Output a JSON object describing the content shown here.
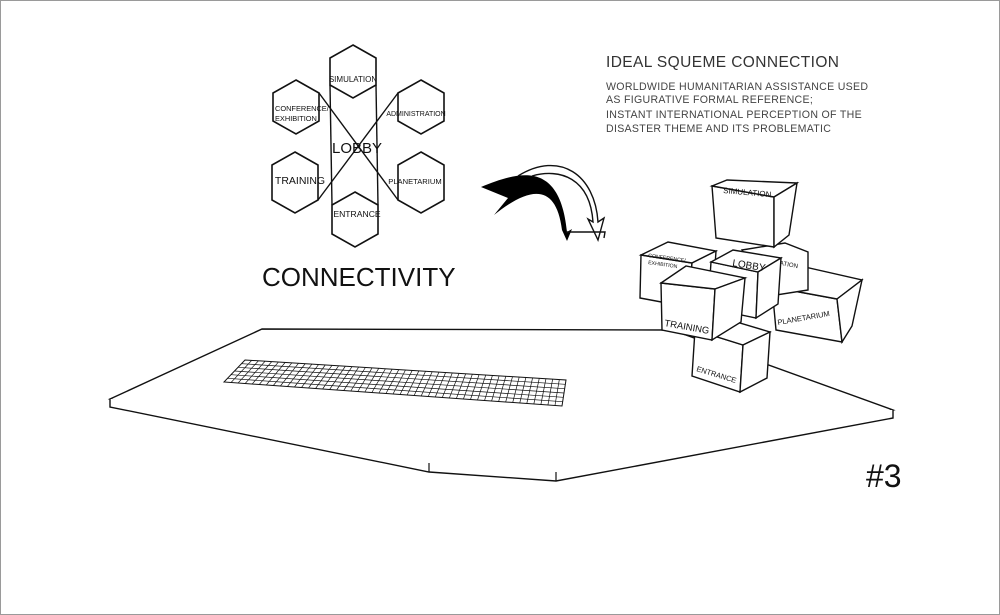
{
  "hexagon_diagram": {
    "center": "LOBBY",
    "cells": {
      "top": "SIMULATION",
      "upper_left_line1": "CONFERENCE/",
      "upper_left_line2": "EXHIBITION",
      "upper_right": "ADMINISTRATION",
      "lower_left": "TRAINING",
      "lower_right": "PLANETARIUM",
      "bottom": "ENTRANCE"
    }
  },
  "caption": "CONNECTIVITY",
  "description": {
    "title": "IDEAL SQUEME CONNECTION",
    "lines": [
      "WORLDWIDE HUMANITARIAN ASSISTANCE USED",
      "AS FIGURATIVE FORMAL REFERENCE;",
      "INSTANT INTERNATIONAL PERCEPTION OF THE",
      "DISASTER THEME AND ITS PROBLEMATIC"
    ]
  },
  "cube_cluster": {
    "simulation": "SIMULATION",
    "conference_line1": "CONFERENCE/",
    "conference_line2": "EXHIBITION",
    "lobby": "LOBBY",
    "administration": "ADMINISTRATION",
    "training": "TRAINING",
    "planetarium": "PLANETARIUM",
    "entrance": "ENTRANCE"
  },
  "page_number": "#3"
}
